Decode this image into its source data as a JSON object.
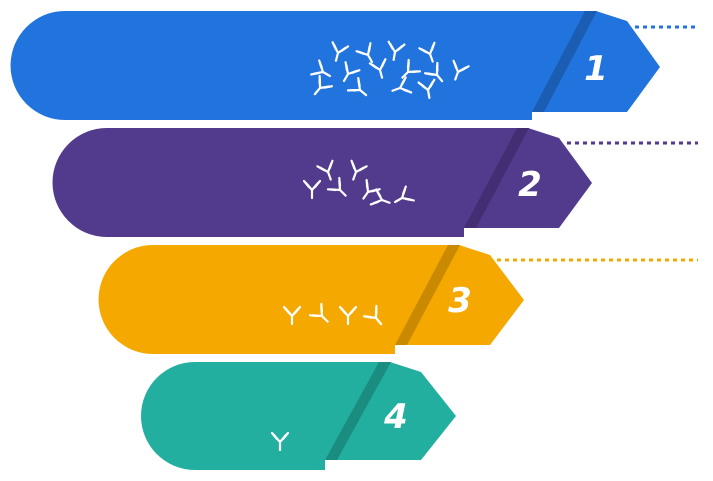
{
  "steps": [
    {
      "number": "1",
      "color": "#2174DD",
      "shade": "#1B5DB2",
      "antibody_icon_count": 14,
      "connector": "dotted-line"
    },
    {
      "number": "2",
      "color": "#523A8C",
      "shade": "#432E73",
      "antibody_icon_count": 7,
      "connector": "dotted-line"
    },
    {
      "number": "3",
      "color": "#F4A800",
      "shade": "#C98A00",
      "antibody_icon_count": 4,
      "connector": "dotted-line"
    },
    {
      "number": "4",
      "color": "#22AF9F",
      "shade": "#1B8C80",
      "antibody_icon_count": 1,
      "connector": "none"
    }
  ],
  "icon": "antibody-icon",
  "icon_color": "#ffffff"
}
